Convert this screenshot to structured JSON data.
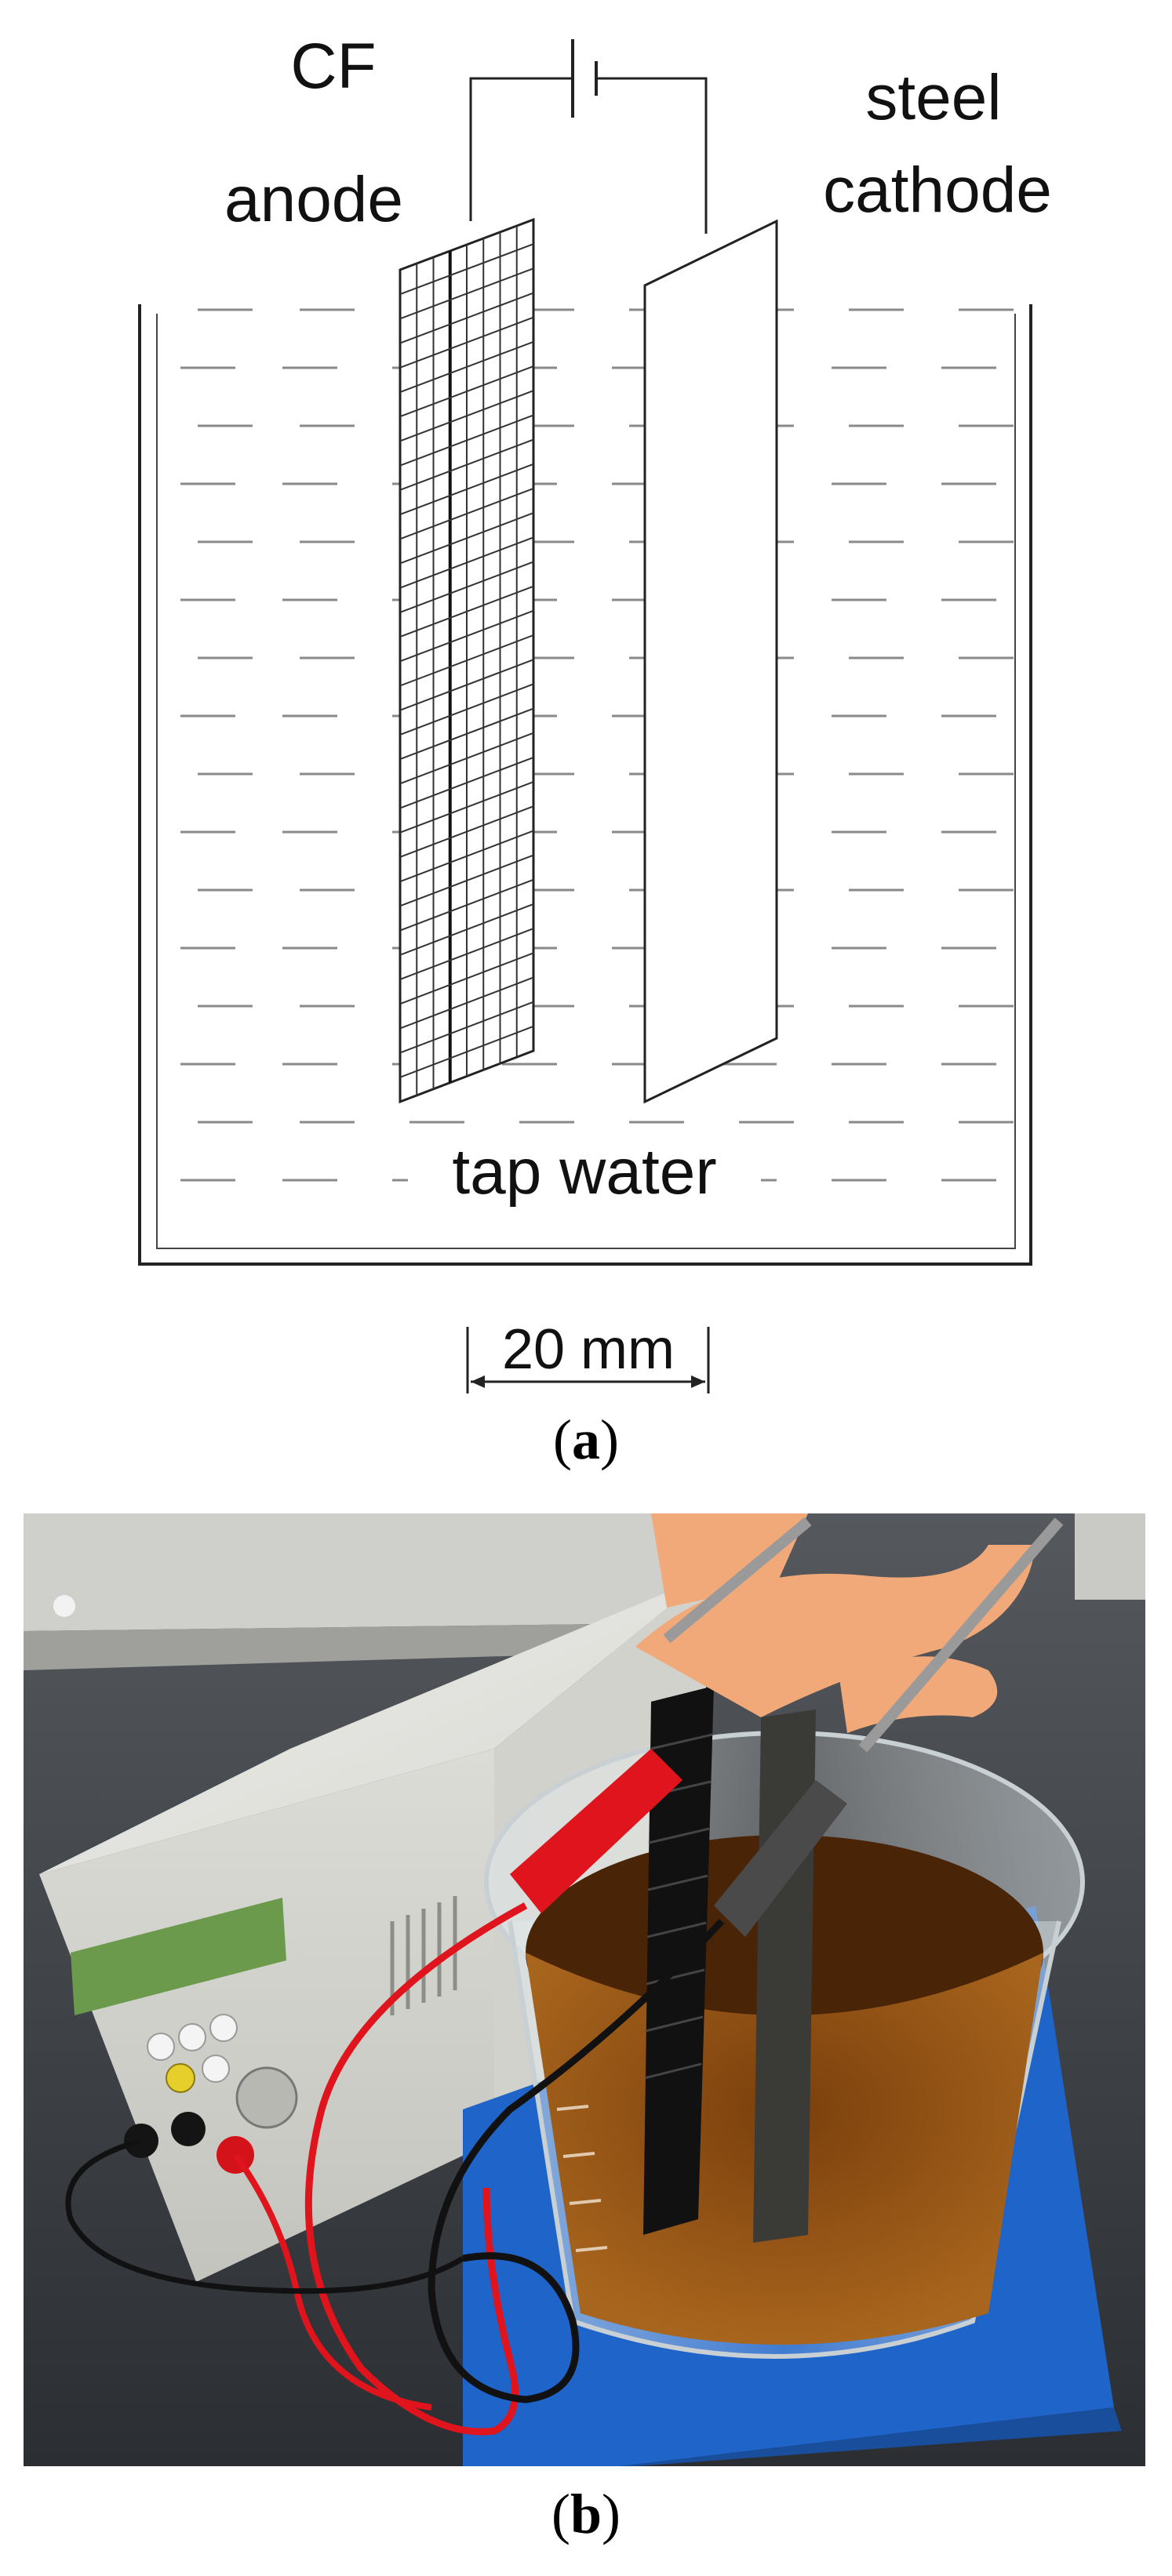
{
  "panel_a": {
    "anode_label_line1": "CF",
    "anode_label_line2": "anode",
    "cathode_label_line1": "steel",
    "cathode_label_line2": "cathode",
    "water_label": "tap water",
    "scale_label": "20 mm",
    "caption_open": "(",
    "caption_letter": "a",
    "caption_close": ")"
  },
  "panel_b": {
    "caption_open": "(",
    "caption_letter": "b",
    "caption_close": ")"
  },
  "colors": {
    "line": "#222222",
    "water_dash": "#8a8a8a",
    "liquid": "#9b5a17",
    "wire_red": "#e0141c",
    "wire_black": "#111111",
    "platform_blue": "#1f64c8",
    "psu_body": "#e9e9e4",
    "psu_display": "#6b9a4c",
    "bench": "#3b3f44"
  }
}
